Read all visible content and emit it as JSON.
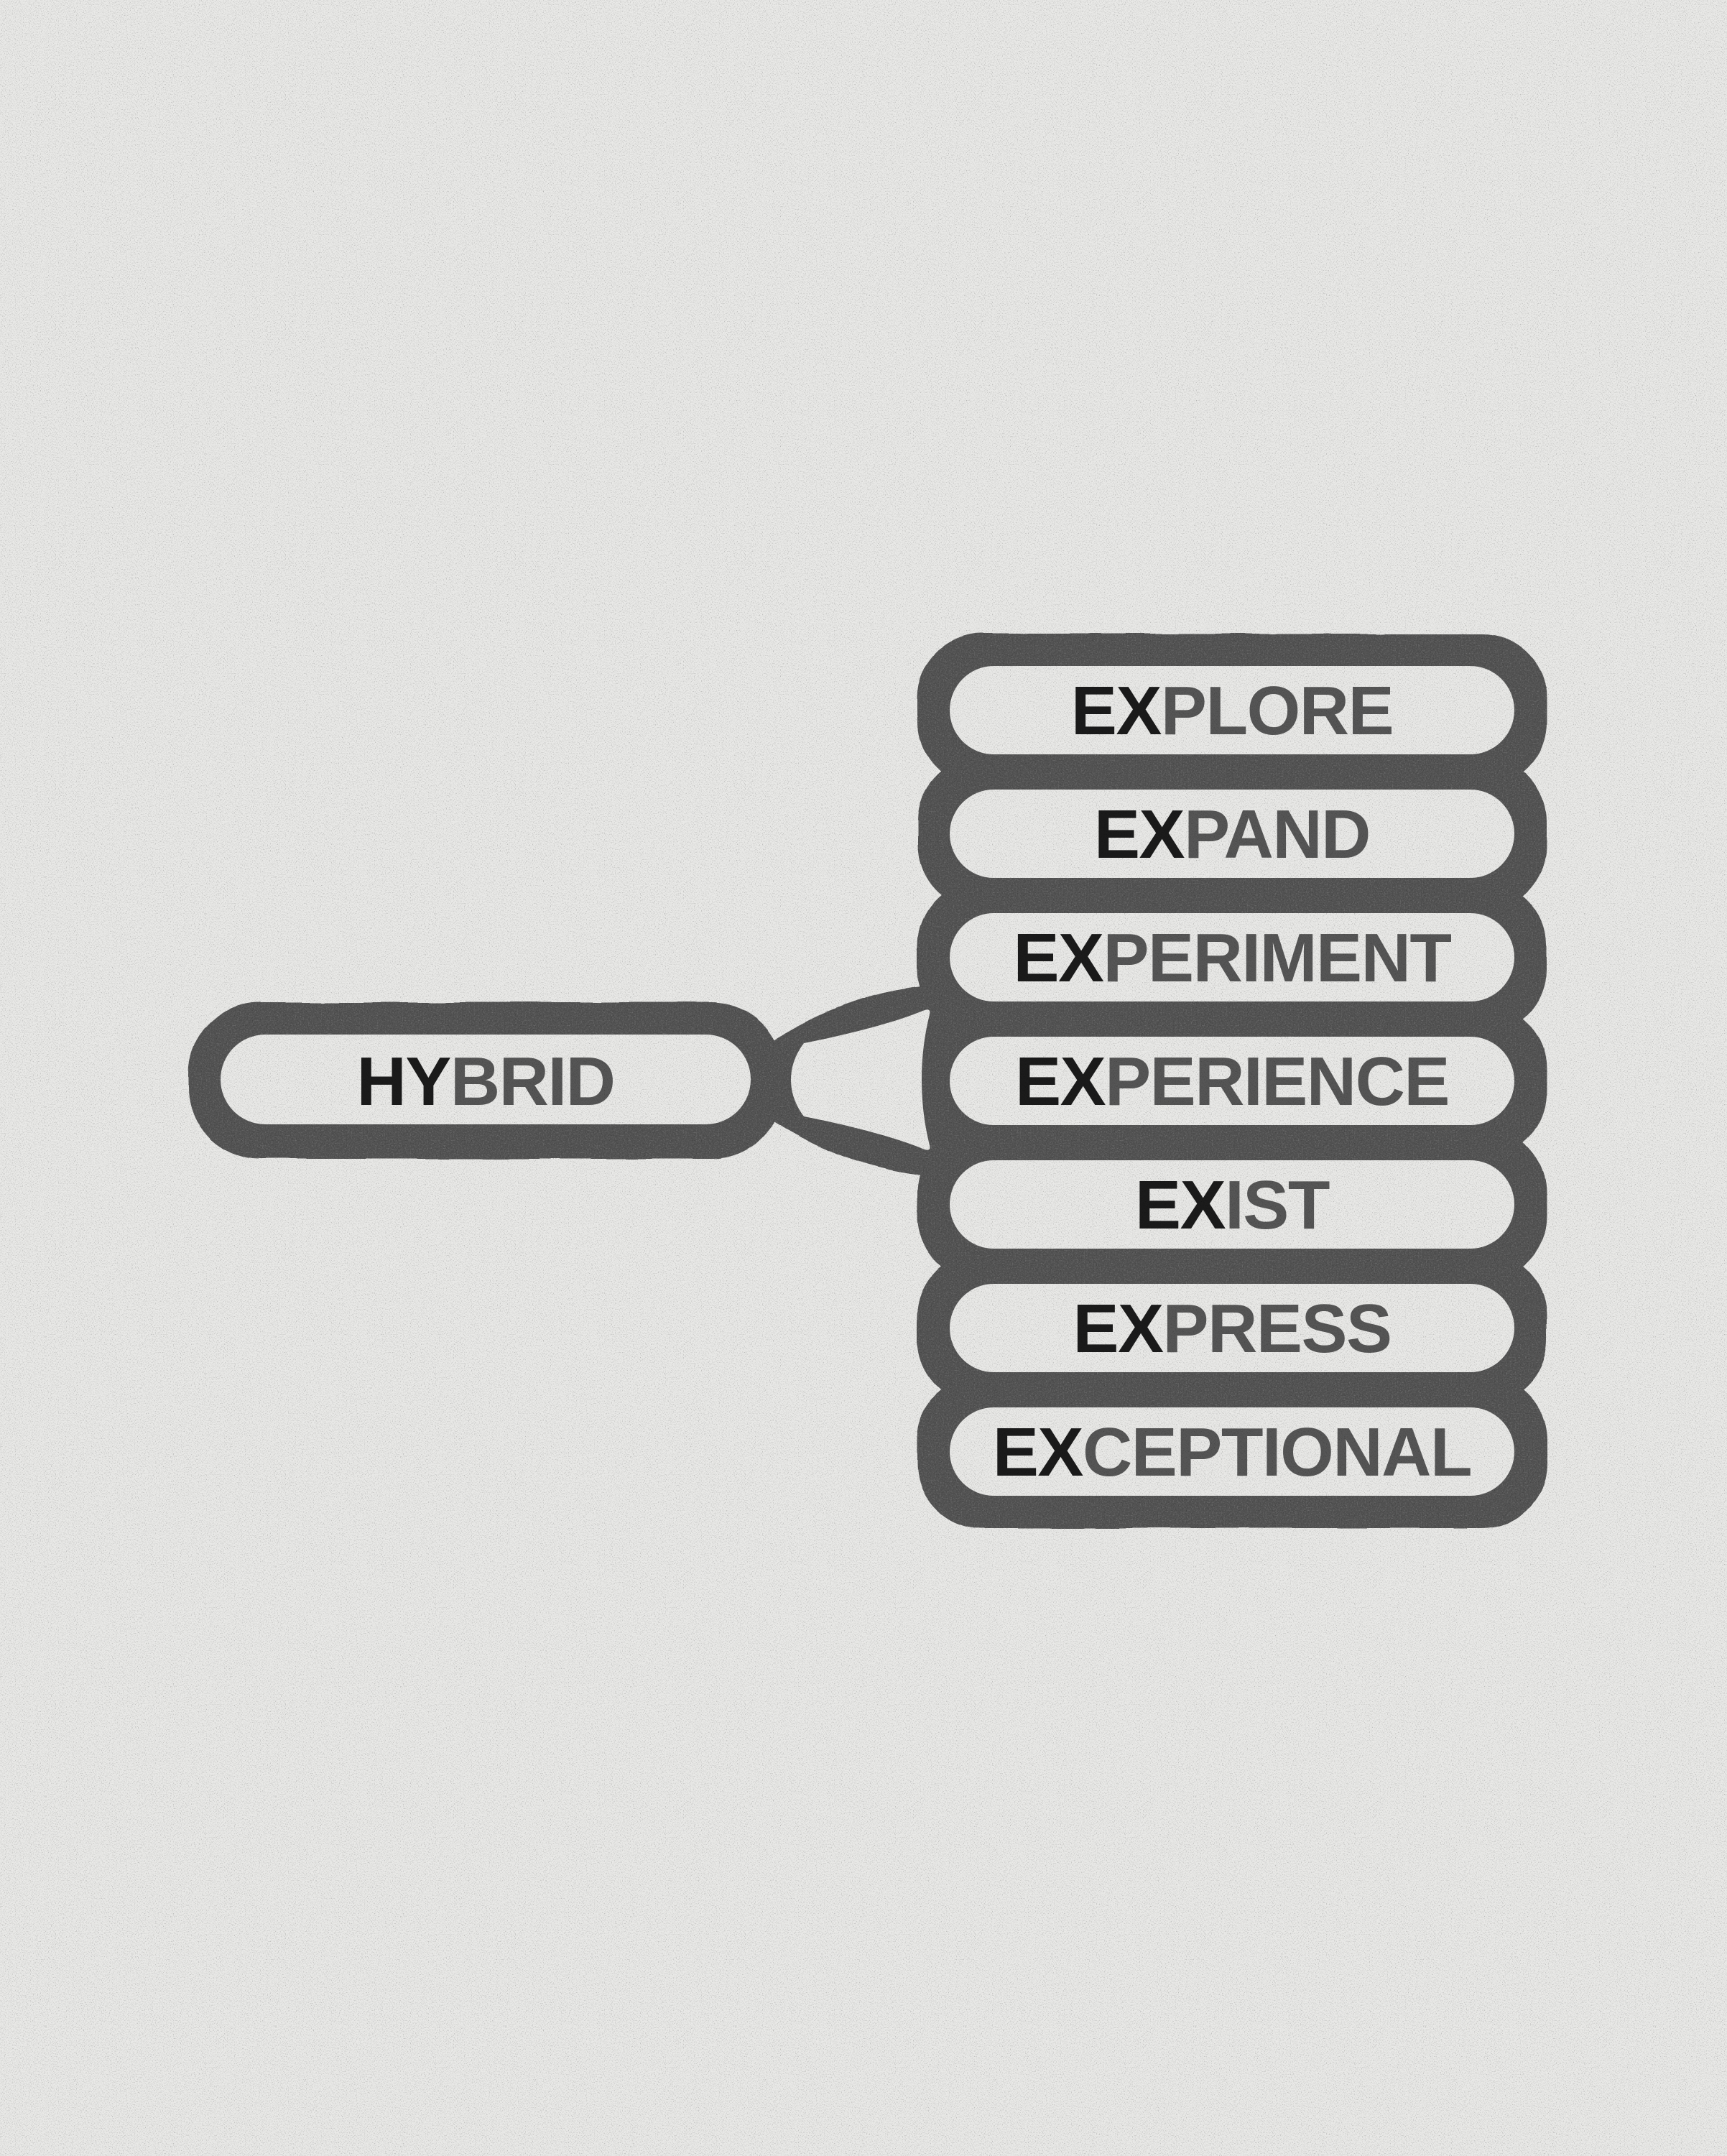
{
  "title": "HYBRID EX- words diagram",
  "colors": {
    "background": "#e9e9e7",
    "shape": "#717171",
    "prefix_text": "#1b1b1b",
    "suffix_text": "#565656"
  },
  "root": {
    "prefix": "HY",
    "rest": "BRID"
  },
  "branches": [
    {
      "prefix": "EX",
      "rest": "PLORE"
    },
    {
      "prefix": "EX",
      "rest": "PAND"
    },
    {
      "prefix": "EX",
      "rest": "PERIMENT"
    },
    {
      "prefix": "EX",
      "rest": "PERIENCE"
    },
    {
      "prefix": "EX",
      "rest": "IST"
    },
    {
      "prefix": "EX",
      "rest": "PRESS"
    },
    {
      "prefix": "EX",
      "rest": "CEPTIONAL"
    }
  ]
}
